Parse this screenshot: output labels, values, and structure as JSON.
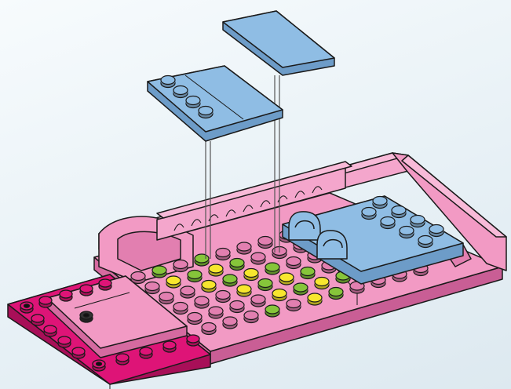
{
  "scene": {
    "subject": "brick-instruction-step",
    "colors": {
      "background": "#eaf2f7",
      "pink": "#f29ac4",
      "pink_dark": "#e27fb0",
      "pink_side": "#d56aa0",
      "magenta": "#de1477",
      "magenta_side": "#a80f58",
      "blue": "#8fbde4",
      "blue_side": "#6d9cc8",
      "lime": "#86c53a",
      "yellow": "#f7e62e",
      "outline": "#1a1a1a"
    },
    "parts": [
      {
        "id": "base-plate",
        "color": "pink"
      },
      {
        "id": "tile-plate",
        "color": "magenta"
      },
      {
        "id": "bed-plate",
        "color": "blue"
      },
      {
        "id": "floating-plate-with-studs",
        "color": "blue"
      },
      {
        "id": "floating-tile",
        "color": "blue"
      }
    ]
  }
}
